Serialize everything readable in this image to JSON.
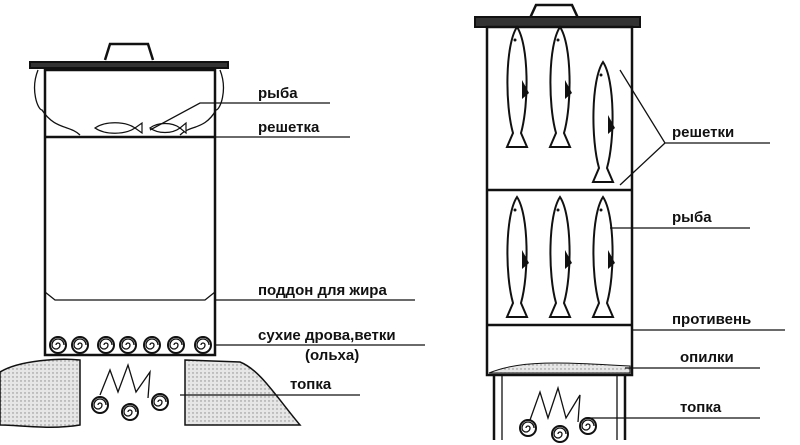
{
  "left_smoker": {
    "labels": {
      "fish": "рыба",
      "grate": "решетка",
      "fat_tray": "поддон для жира",
      "wood": "сухие дрова,ветки",
      "wood_note": "(ольха)",
      "firebox": "топка"
    }
  },
  "right_smoker": {
    "labels": {
      "grates": "решетки",
      "fish": "рыба",
      "tray": "противень",
      "sawdust": "опилки",
      "firebox": "топка"
    }
  },
  "colors": {
    "ink": "#111111",
    "ground": "#e2e2e2"
  }
}
